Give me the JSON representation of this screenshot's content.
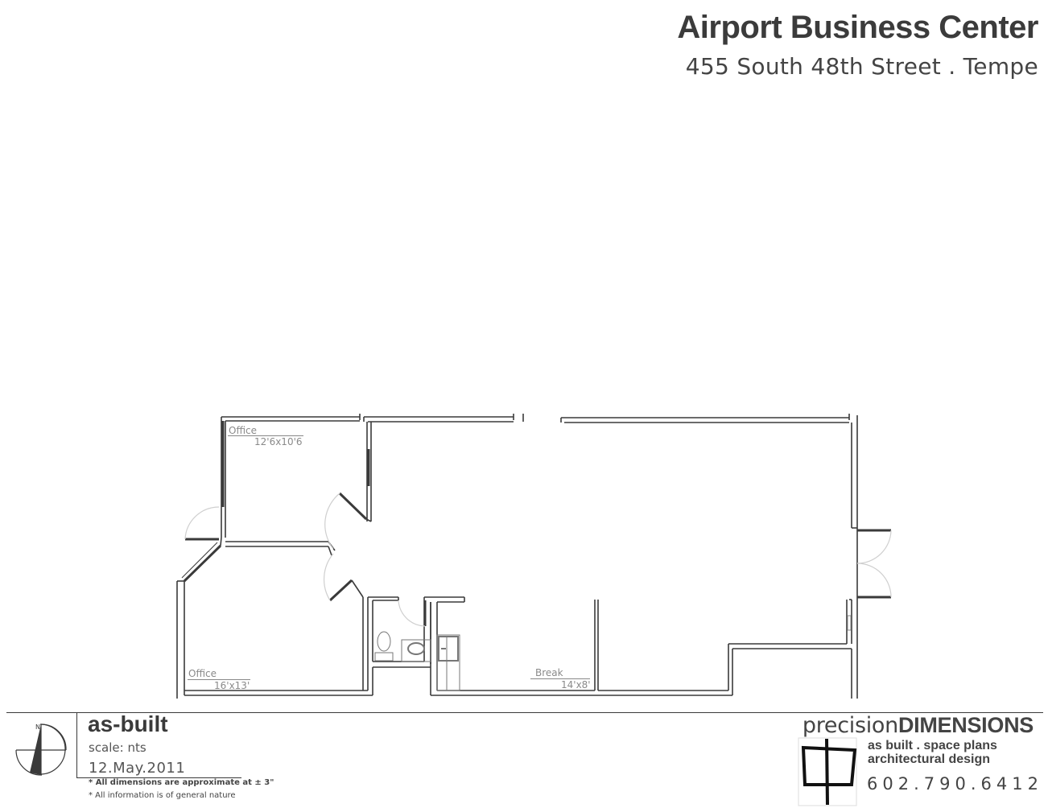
{
  "header": {
    "title": "Airport Business Center",
    "address": "455 South 48th Street . Tempe"
  },
  "rooms": [
    {
      "name": "Office",
      "dimensions": "12'6x10'6"
    },
    {
      "name": "Office",
      "dimensions": "16'x13'"
    },
    {
      "name": "Break",
      "dimensions": "14'x8'"
    }
  ],
  "title_block": {
    "drawing_type": "as-built",
    "scale": "scale: nts",
    "date": "12.May.2011",
    "notes": [
      "* All dimensions are approximate at ± 3\"",
      "* All information is of general nature"
    ],
    "compass_label": "N"
  },
  "company": {
    "name_light": "precision",
    "name_bold": "DIMENSIONS",
    "tagline_1": "as built . space plans",
    "tagline_2": "architectural  design",
    "phone": "602.790.6412"
  },
  "colors": {
    "wall": "#3a3a3a",
    "door_swing": "#cccccc",
    "label_text": "#8a8a8a"
  }
}
